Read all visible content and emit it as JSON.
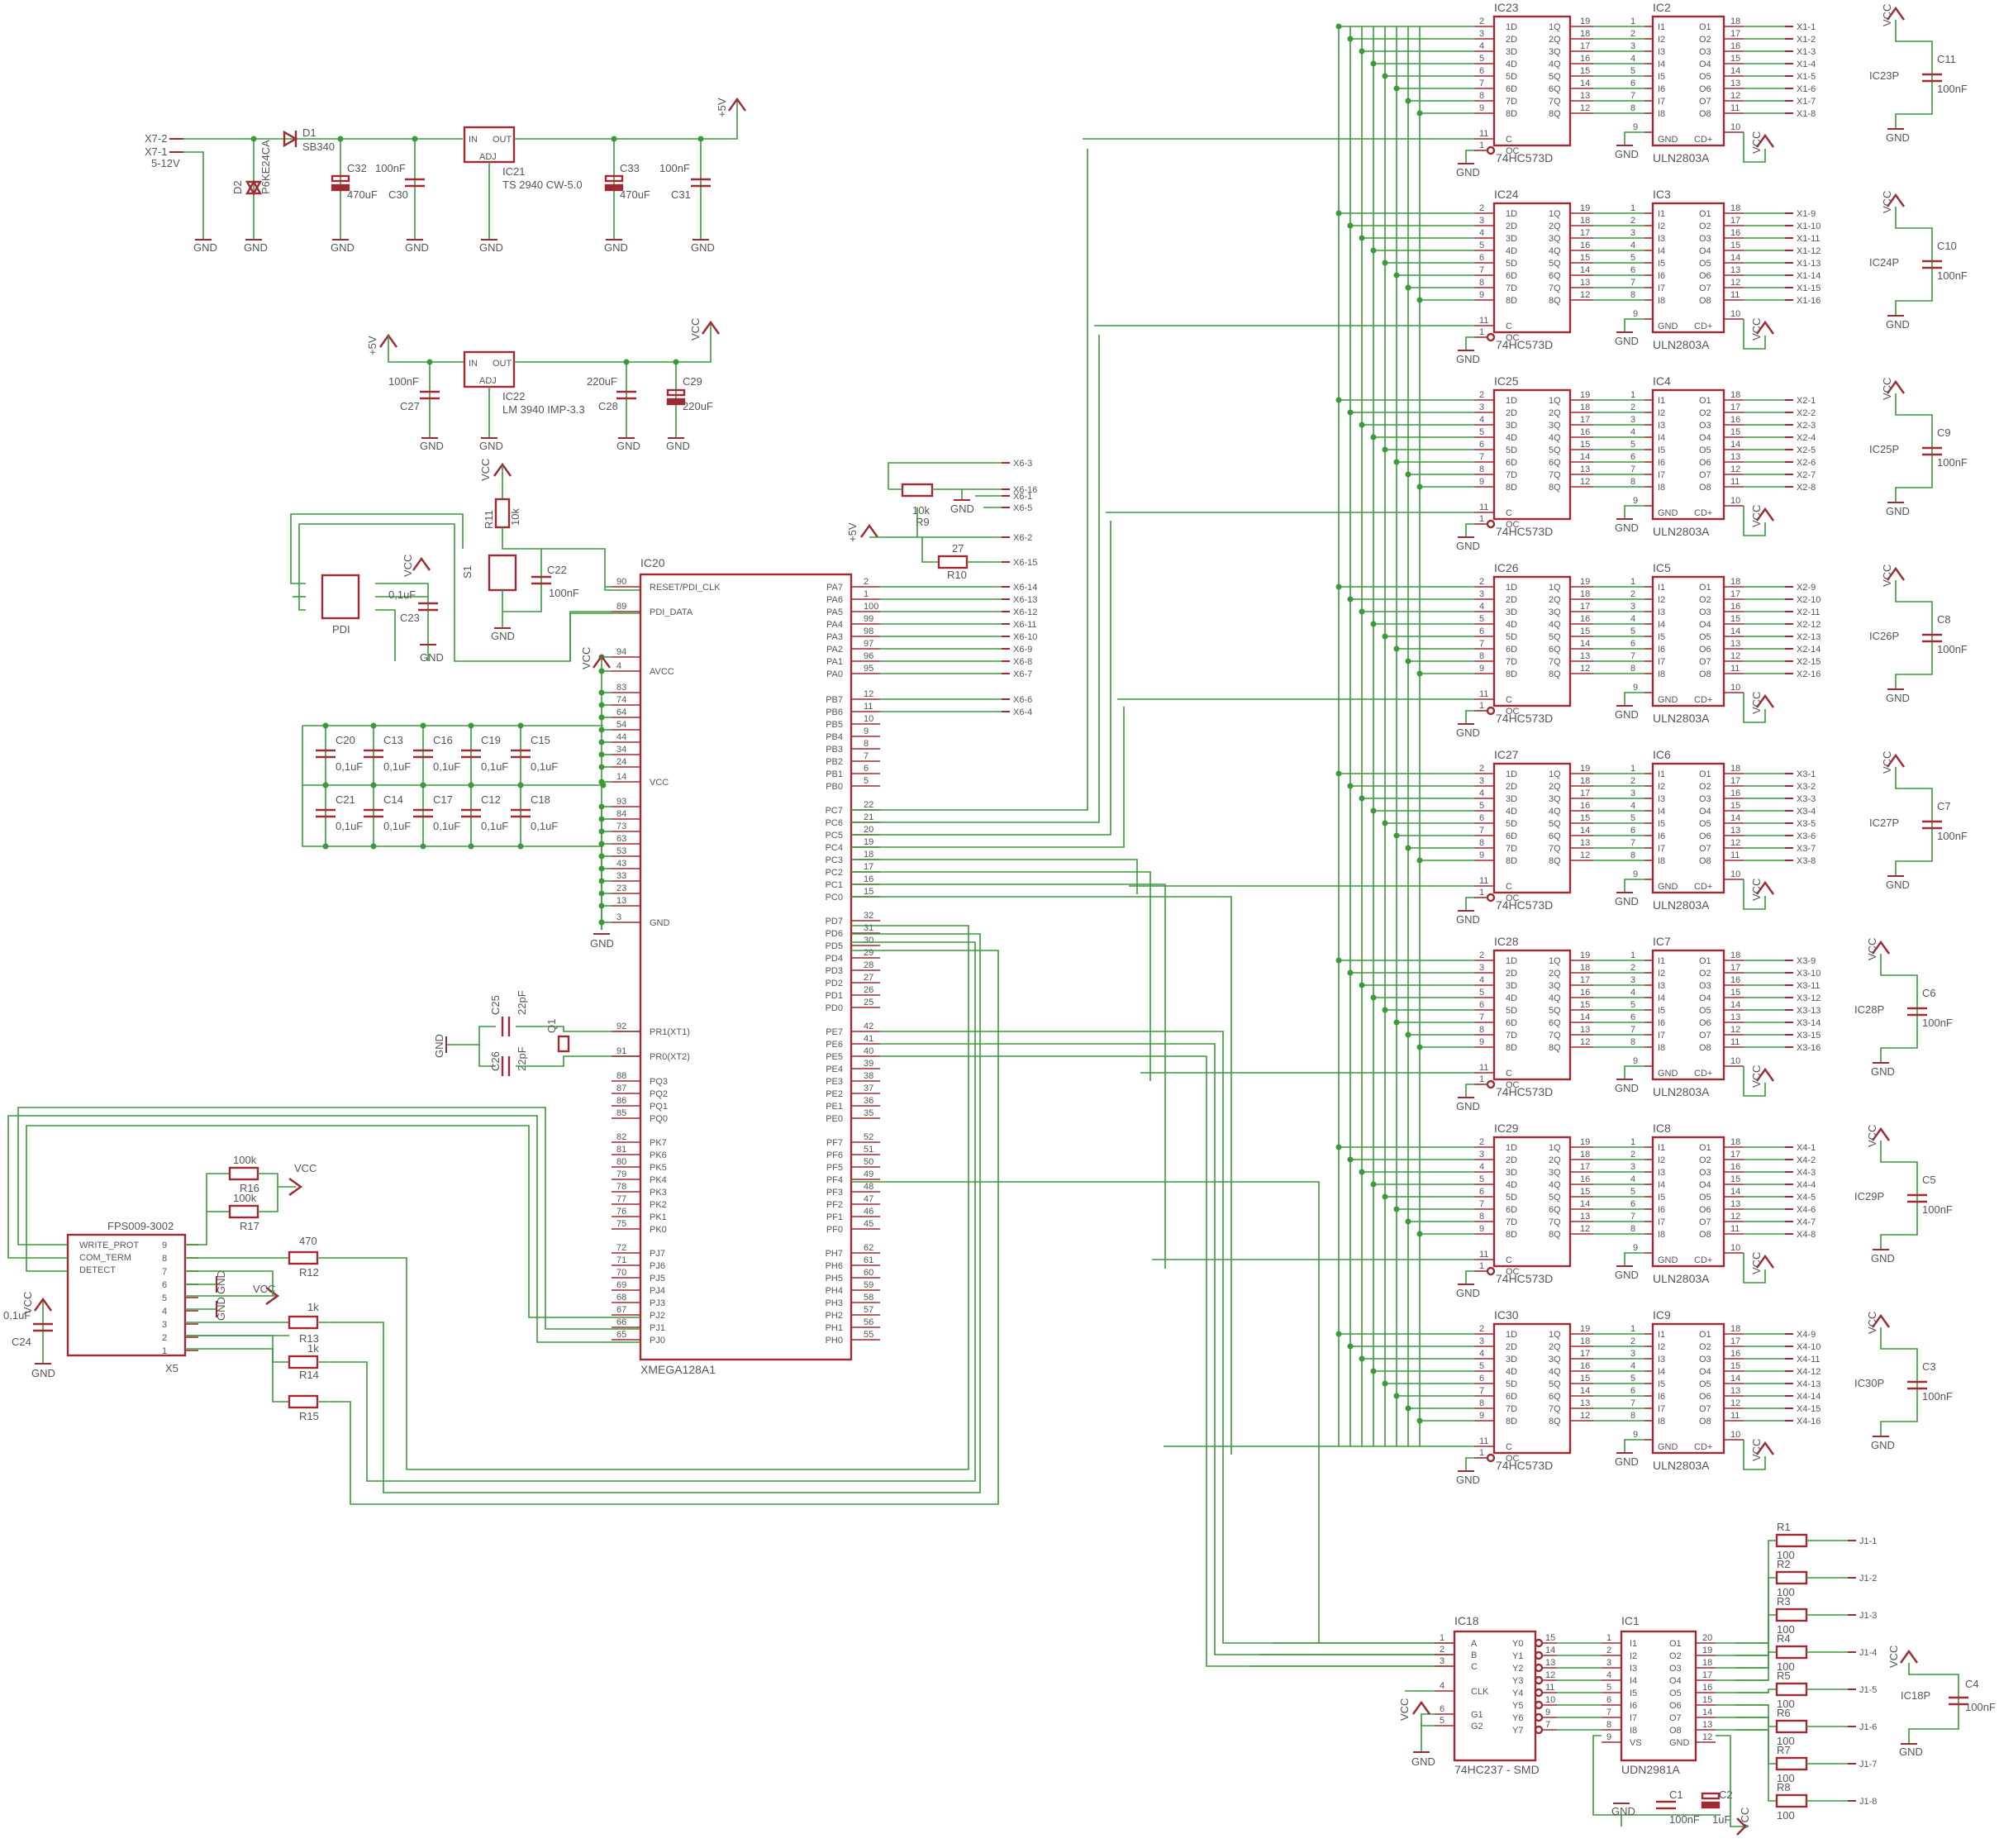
{
  "colors": {
    "part": "#9e2a33",
    "wire": "#3a9a3a",
    "text": "#555555"
  },
  "power": {
    "input_x7_2": "X7-2",
    "input_x7_1": "X7-1",
    "input_range": "5-12V",
    "d1_name": "D1",
    "d1_value": "SB340",
    "d2_name": "D2",
    "d2_value": "P6KE24CA",
    "c32_name": "C32",
    "c32_value": "470uF",
    "c30_name": "C30",
    "c30_value": "100nF",
    "ic21_name": "IC21",
    "ic21_value": "TS 2940 CW-5.0",
    "c33_name": "C33",
    "c33_value": "470uF",
    "c31_name": "C31",
    "c31_value": "100nF",
    "plus5v": "+5V",
    "ic22_name": "IC22",
    "ic22_value": "LM 3940 IMP-3.3",
    "c27_name": "C27",
    "c27_value": "100nF",
    "c28_name": "C28",
    "c28_value": "220uF",
    "c29_name": "C29",
    "c29_value": "220uF",
    "vcc": "VCC",
    "gnd": "GND",
    "reg_in": "IN",
    "reg_out": "OUT",
    "reg_adj": "ADJ"
  },
  "programming": {
    "r11_name": "R11",
    "r11_value": "10k",
    "s1_name": "S1",
    "c22_name": "C22",
    "c22_value": "100nF",
    "c23_name": "C23",
    "c23_value": "0,1uF",
    "pdi_name": "PDI"
  },
  "decoupling": [
    {
      "name": "C20",
      "value": "0,1uF"
    },
    {
      "name": "C13",
      "value": "0,1uF"
    },
    {
      "name": "C16",
      "value": "0,1uF"
    },
    {
      "name": "C19",
      "value": "0,1uF"
    },
    {
      "name": "C15",
      "value": "0,1uF"
    },
    {
      "name": "C21",
      "value": "0,1uF"
    },
    {
      "name": "C14",
      "value": "0,1uF"
    },
    {
      "name": "C17",
      "value": "0,1uF"
    },
    {
      "name": "C12",
      "value": "0,1uF"
    },
    {
      "name": "C18",
      "value": "0,1uF"
    }
  ],
  "crystal": {
    "c25_name": "C25",
    "c25_value": "22pF",
    "c26_name": "C26",
    "c26_value": "22pF",
    "q1_name": "Q1"
  },
  "mcu": {
    "name": "IC20",
    "value": "XMEGA128A1",
    "left_pins": [
      {
        "num": "90",
        "label": "RESET/PDI_CLK"
      },
      {
        "num": "89",
        "label": "PDI_DATA"
      },
      {
        "num": "94",
        "label": ""
      },
      {
        "num": "4",
        "label": "AVCC"
      },
      {
        "num": "83",
        "label": ""
      },
      {
        "num": "74",
        "label": ""
      },
      {
        "num": "64",
        "label": ""
      },
      {
        "num": "54",
        "label": ""
      },
      {
        "num": "44",
        "label": ""
      },
      {
        "num": "34",
        "label": ""
      },
      {
        "num": "24",
        "label": ""
      },
      {
        "num": "14",
        "label": "VCC"
      },
      {
        "num": "93",
        "label": ""
      },
      {
        "num": "84",
        "label": ""
      },
      {
        "num": "73",
        "label": ""
      },
      {
        "num": "63",
        "label": ""
      },
      {
        "num": "53",
        "label": ""
      },
      {
        "num": "43",
        "label": ""
      },
      {
        "num": "33",
        "label": ""
      },
      {
        "num": "23",
        "label": ""
      },
      {
        "num": "13",
        "label": ""
      },
      {
        "num": "3",
        "label": "GND"
      },
      {
        "num": "92",
        "label": "PR1(XT1)"
      },
      {
        "num": "91",
        "label": "PR0(XT2)"
      },
      {
        "num": "88",
        "label": "PQ3"
      },
      {
        "num": "87",
        "label": "PQ2"
      },
      {
        "num": "86",
        "label": "PQ1"
      },
      {
        "num": "85",
        "label": "PQ0"
      },
      {
        "num": "82",
        "label": "PK7"
      },
      {
        "num": "81",
        "label": "PK6"
      },
      {
        "num": "80",
        "label": "PK5"
      },
      {
        "num": "79",
        "label": "PK4"
      },
      {
        "num": "78",
        "label": "PK3"
      },
      {
        "num": "77",
        "label": "PK2"
      },
      {
        "num": "76",
        "label": "PK1"
      },
      {
        "num": "75",
        "label": "PK0"
      },
      {
        "num": "72",
        "label": "PJ7"
      },
      {
        "num": "71",
        "label": "PJ6"
      },
      {
        "num": "70",
        "label": "PJ5"
      },
      {
        "num": "69",
        "label": "PJ4"
      },
      {
        "num": "68",
        "label": "PJ3"
      },
      {
        "num": "67",
        "label": "PJ2"
      },
      {
        "num": "66",
        "label": "PJ1"
      },
      {
        "num": "65",
        "label": "PJ0"
      }
    ],
    "right_pins": [
      {
        "num": "2",
        "label": "PA7"
      },
      {
        "num": "1",
        "label": "PA6"
      },
      {
        "num": "100",
        "label": "PA5"
      },
      {
        "num": "99",
        "label": "PA4"
      },
      {
        "num": "98",
        "label": "PA3"
      },
      {
        "num": "97",
        "label": "PA2"
      },
      {
        "num": "96",
        "label": "PA1"
      },
      {
        "num": "95",
        "label": "PA0"
      },
      {
        "num": "12",
        "label": "PB7"
      },
      {
        "num": "11",
        "label": "PB6"
      },
      {
        "num": "10",
        "label": "PB5"
      },
      {
        "num": "9",
        "label": "PB4"
      },
      {
        "num": "8",
        "label": "PB3"
      },
      {
        "num": "7",
        "label": "PB2"
      },
      {
        "num": "6",
        "label": "PB1"
      },
      {
        "num": "5",
        "label": "PB0"
      },
      {
        "num": "22",
        "label": "PC7"
      },
      {
        "num": "21",
        "label": "PC6"
      },
      {
        "num": "20",
        "label": "PC5"
      },
      {
        "num": "19",
        "label": "PC4"
      },
      {
        "num": "18",
        "label": "PC3"
      },
      {
        "num": "17",
        "label": "PC2"
      },
      {
        "num": "16",
        "label": "PC1"
      },
      {
        "num": "15",
        "label": "PC0"
      },
      {
        "num": "32",
        "label": "PD7"
      },
      {
        "num": "31",
        "label": "PD6"
      },
      {
        "num": "30",
        "label": "PD5"
      },
      {
        "num": "29",
        "label": "PD4"
      },
      {
        "num": "28",
        "label": "PD3"
      },
      {
        "num": "27",
        "label": "PD2"
      },
      {
        "num": "26",
        "label": "PD1"
      },
      {
        "num": "25",
        "label": "PD0"
      },
      {
        "num": "42",
        "label": "PE7"
      },
      {
        "num": "41",
        "label": "PE6"
      },
      {
        "num": "40",
        "label": "PE5"
      },
      {
        "num": "39",
        "label": "PE4"
      },
      {
        "num": "38",
        "label": "PE3"
      },
      {
        "num": "37",
        "label": "PE2"
      },
      {
        "num": "36",
        "label": "PE1"
      },
      {
        "num": "35",
        "label": "PE0"
      },
      {
        "num": "52",
        "label": "PF7"
      },
      {
        "num": "51",
        "label": "PF6"
      },
      {
        "num": "50",
        "label": "PF5"
      },
      {
        "num": "49",
        "label": "PF4"
      },
      {
        "num": "48",
        "label": "PF3"
      },
      {
        "num": "47",
        "label": "PF2"
      },
      {
        "num": "46",
        "label": "PF1"
      },
      {
        "num": "45",
        "label": "PF0"
      },
      {
        "num": "62",
        "label": "PH7"
      },
      {
        "num": "61",
        "label": "PH6"
      },
      {
        "num": "60",
        "label": "PH5"
      },
      {
        "num": "59",
        "label": "PH4"
      },
      {
        "num": "58",
        "label": "PH3"
      },
      {
        "num": "57",
        "label": "PH2"
      },
      {
        "num": "56",
        "label": "PH1"
      },
      {
        "num": "55",
        "label": "PH0"
      }
    ],
    "x6_nets": [
      "X6-14",
      "X6-13",
      "X6-12",
      "X6-11",
      "X6-10",
      "X6-9",
      "X6-8",
      "X6-7",
      "X6-6",
      "X6-4"
    ]
  },
  "x6_top": {
    "r9_name": "R9",
    "r9_value": "10k",
    "r10_name": "R10",
    "r10_value": "27",
    "nets": [
      "X6-3",
      "X6-16",
      "X6-1",
      "X6-5",
      "X6-2",
      "X6-15"
    ]
  },
  "connector_x5": {
    "name": "FPS009-3002",
    "ref": "X5",
    "signals": [
      "WRITE_PROT",
      "COM_TERM",
      "DETECT"
    ],
    "pins": [
      "9",
      "8",
      "7",
      "6",
      "5",
      "4",
      "3",
      "2",
      "1"
    ],
    "r16_name": "R16",
    "r16_value": "100k",
    "r17_name": "R17",
    "r17_value": "100k",
    "r12_name": "R12",
    "r12_value": "470",
    "r13_name": "R13",
    "r13_value": "1k",
    "r14_name": "R14",
    "r14_value": "1k",
    "r15_name": "R15",
    "c24_name": "C24",
    "c24_value": "0,1uF"
  },
  "latch_pins": {
    "d_labels": [
      "1D",
      "2D",
      "3D",
      "4D",
      "5D",
      "6D",
      "7D",
      "8D"
    ],
    "d_nums": [
      "2",
      "3",
      "4",
      "5",
      "6",
      "7",
      "8",
      "9"
    ],
    "q_labels": [
      "1Q",
      "2Q",
      "3Q",
      "4Q",
      "5Q",
      "6Q",
      "7Q",
      "8Q"
    ],
    "q_nums": [
      "19",
      "18",
      "17",
      "16",
      "15",
      "14",
      "13",
      "12"
    ],
    "c_label": "C",
    "c_num": "11",
    "oc_label": "OC",
    "oc_num": "1",
    "value": "74HC573D"
  },
  "driver_pins": {
    "i_labels": [
      "I1",
      "I2",
      "I3",
      "I4",
      "I5",
      "I6",
      "I7",
      "I8"
    ],
    "i_nums": [
      "1",
      "2",
      "3",
      "4",
      "5",
      "6",
      "7",
      "8"
    ],
    "o_labels": [
      "O1",
      "O2",
      "O3",
      "O4",
      "O5",
      "O6",
      "O7",
      "O8"
    ],
    "o_nums": [
      "18",
      "17",
      "16",
      "15",
      "14",
      "13",
      "12",
      "11"
    ],
    "gnd_label": "GND",
    "gnd_num": "9",
    "cd_label": "CD+",
    "cd_num": "10",
    "value": "ULN2803A"
  },
  "channels": [
    {
      "latch": "IC23",
      "driver": "IC2",
      "cap": "C11",
      "supply": "IC23P",
      "cap_value": "100nF",
      "outputs": [
        "X1-1",
        "X1-2",
        "X1-3",
        "X1-4",
        "X1-5",
        "X1-6",
        "X1-7",
        "X1-8"
      ]
    },
    {
      "latch": "IC24",
      "driver": "IC3",
      "cap": "C10",
      "supply": "IC24P",
      "cap_value": "100nF",
      "outputs": [
        "X1-9",
        "X1-10",
        "X1-11",
        "X1-12",
        "X1-13",
        "X1-14",
        "X1-15",
        "X1-16"
      ]
    },
    {
      "latch": "IC25",
      "driver": "IC4",
      "cap": "C9",
      "supply": "IC25P",
      "cap_value": "100nF",
      "outputs": [
        "X2-1",
        "X2-2",
        "X2-3",
        "X2-4",
        "X2-5",
        "X2-6",
        "X2-7",
        "X2-8"
      ]
    },
    {
      "latch": "IC26",
      "driver": "IC5",
      "cap": "C8",
      "supply": "IC26P",
      "cap_value": "100nF",
      "outputs": [
        "X2-9",
        "X2-10",
        "X2-11",
        "X2-12",
        "X2-13",
        "X2-14",
        "X2-15",
        "X2-16"
      ]
    },
    {
      "latch": "IC27",
      "driver": "IC6",
      "cap": "C7",
      "supply": "IC27P",
      "cap_value": "100nF",
      "outputs": [
        "X3-1",
        "X3-2",
        "X3-3",
        "X3-4",
        "X3-5",
        "X3-6",
        "X3-7",
        "X3-8"
      ]
    },
    {
      "latch": "IC28",
      "driver": "IC7",
      "cap": "C6",
      "supply": "IC28P",
      "cap_value": "100nF",
      "outputs": [
        "X3-9",
        "X3-10",
        "X3-11",
        "X3-12",
        "X3-13",
        "X3-14",
        "X3-15",
        "X3-16"
      ]
    },
    {
      "latch": "IC29",
      "driver": "IC8",
      "cap": "C5",
      "supply": "IC29P",
      "cap_value": "100nF",
      "outputs": [
        "X4-1",
        "X4-2",
        "X4-3",
        "X4-4",
        "X4-5",
        "X4-6",
        "X4-7",
        "X4-8"
      ]
    },
    {
      "latch": "IC30",
      "driver": "IC9",
      "cap": "C3",
      "supply": "IC30P",
      "cap_value": "100nF",
      "outputs": [
        "X4-9",
        "X4-10",
        "X4-11",
        "X4-12",
        "X4-13",
        "X4-14",
        "X4-15",
        "X4-16"
      ]
    }
  ],
  "decoder": {
    "name": "IC18",
    "value": "74HC237 - SMD",
    "in_labels": [
      "A",
      "B",
      "C",
      "CLK",
      "G1",
      "G2"
    ],
    "in_nums": [
      "1",
      "2",
      "3",
      "4",
      "6",
      "5"
    ],
    "out_labels": [
      "Y0",
      "Y1",
      "Y2",
      "Y3",
      "Y4",
      "Y5",
      "Y6",
      "Y7"
    ],
    "out_nums": [
      "15",
      "14",
      "13",
      "12",
      "11",
      "10",
      "9",
      "7"
    ]
  },
  "source_driver": {
    "name": "IC1",
    "value": "UDN2981A",
    "in_labels": [
      "I1",
      "I2",
      "I3",
      "I4",
      "I5",
      "I6",
      "I7",
      "I8",
      "VS"
    ],
    "in_nums": [
      "1",
      "2",
      "3",
      "4",
      "5",
      "6",
      "7",
      "8",
      "9"
    ],
    "out_labels": [
      "O1",
      "O2",
      "O3",
      "O4",
      "O5",
      "O6",
      "O7",
      "O8",
      "GND"
    ],
    "out_nums": [
      "20",
      "19",
      "18",
      "17",
      "16",
      "15",
      "14",
      "13",
      "12"
    ],
    "c1_name": "C1",
    "c1_value": "100nF",
    "c2_name": "C2",
    "c2_value": "1uF",
    "c4_name": "C4",
    "c4_value": "100nF",
    "supply": "IC18P"
  },
  "j1_resistors": [
    {
      "name": "R1",
      "value": "100",
      "net": "J1-1"
    },
    {
      "name": "R2",
      "value": "100",
      "net": "J1-2"
    },
    {
      "name": "R3",
      "value": "100",
      "net": "J1-3"
    },
    {
      "name": "R4",
      "value": "100",
      "net": "J1-4"
    },
    {
      "name": "R5",
      "value": "100",
      "net": "J1-5"
    },
    {
      "name": "R6",
      "value": "100",
      "net": "J1-6"
    },
    {
      "name": "R7",
      "value": "100",
      "net": "J1-7"
    },
    {
      "name": "R8",
      "value": "100",
      "net": "J1-8"
    }
  ]
}
